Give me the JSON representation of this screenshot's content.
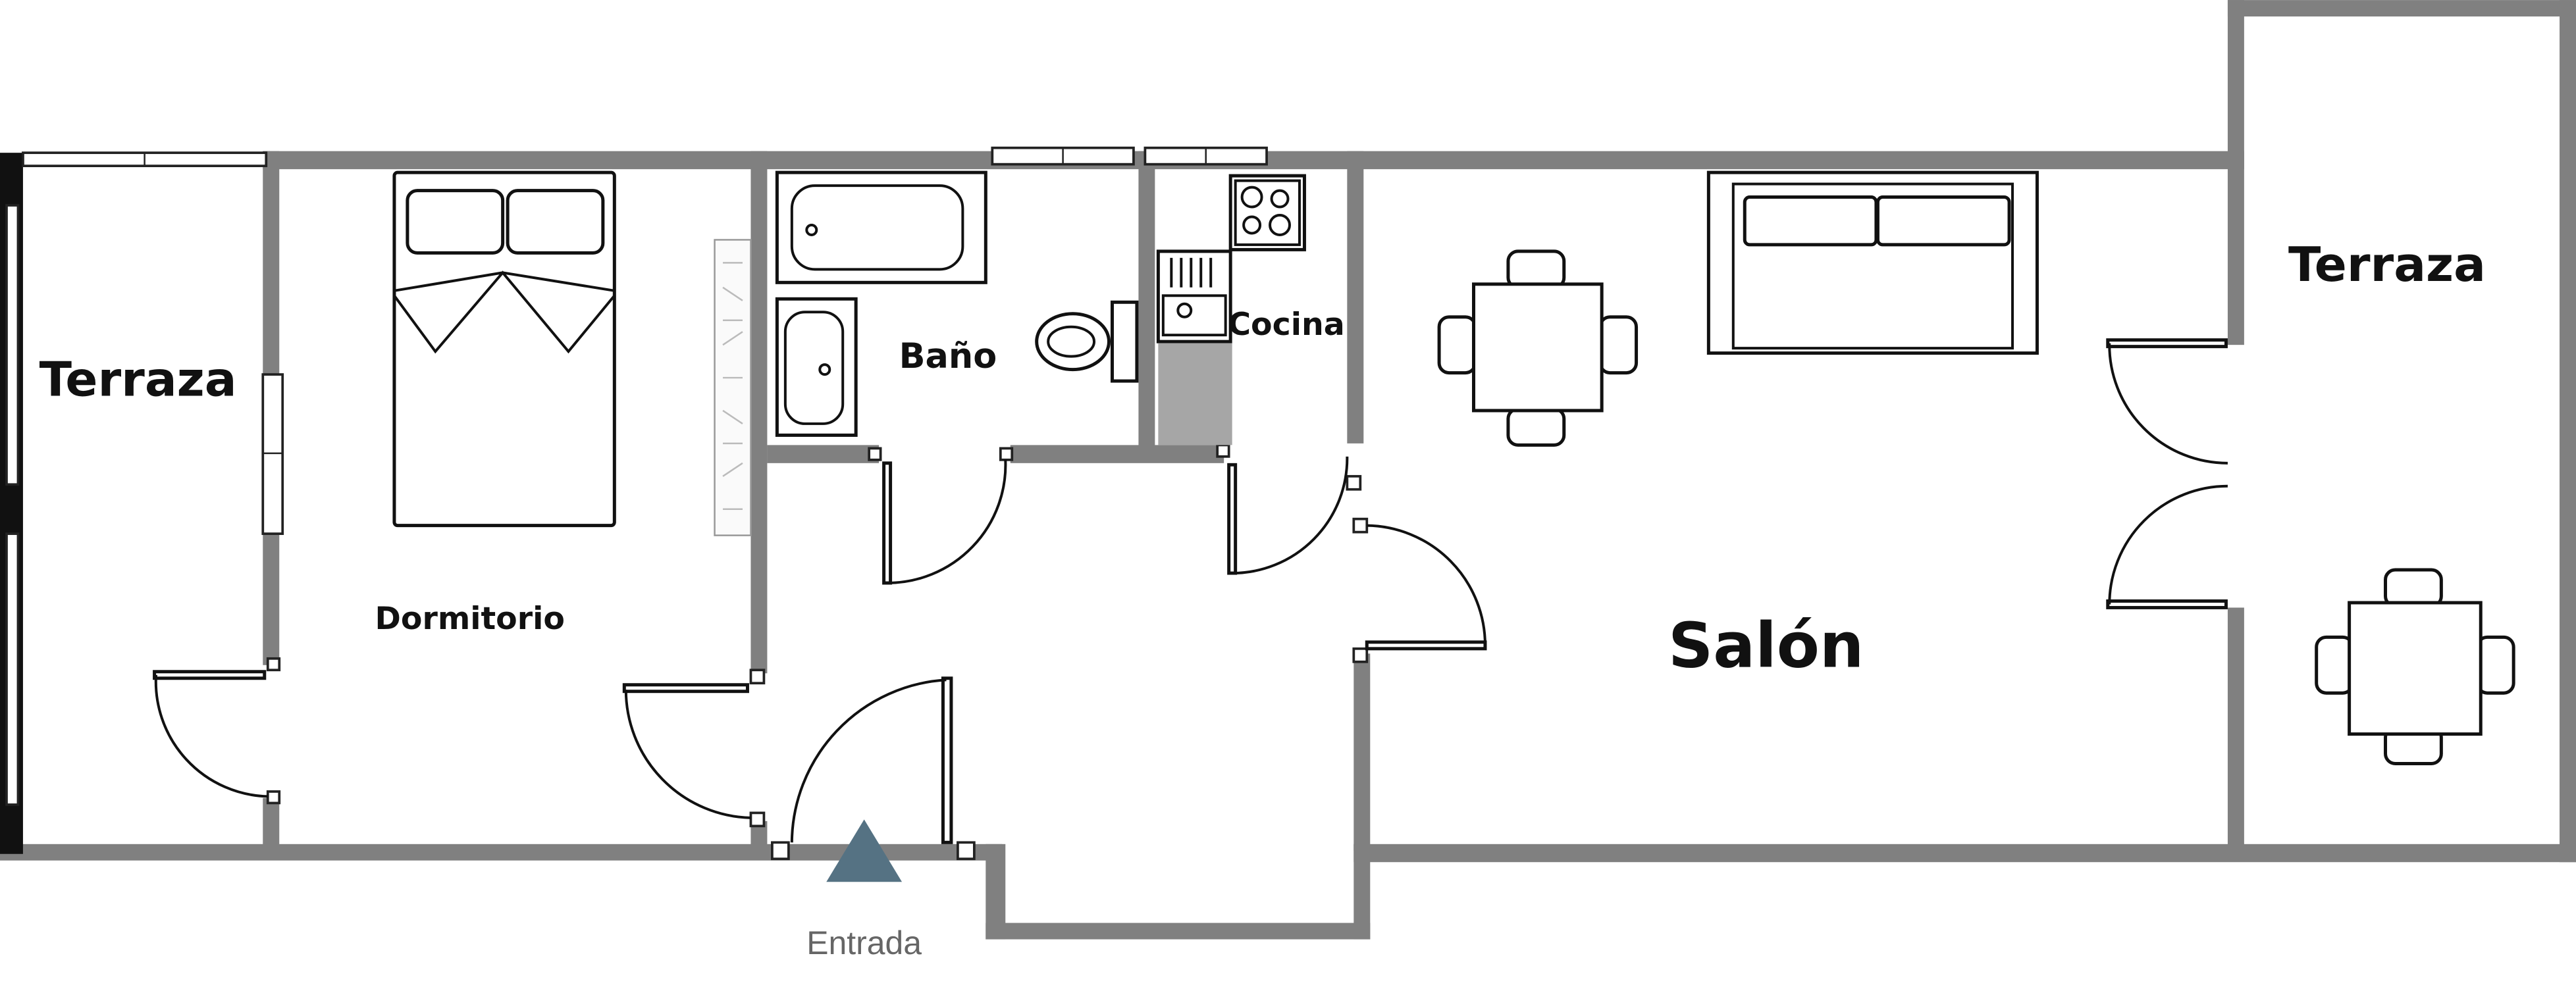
{
  "plan": {
    "rooms": {
      "terrace_left": "Terraza",
      "bedroom": "Dormitorio",
      "bathroom": "Baño",
      "kitchen": "Cocina",
      "living_room": "Salón",
      "terrace_right": "Terraza"
    },
    "entrance_label": "Entrada",
    "colors": {
      "wall": "#808080",
      "entrance_marker": "#557283",
      "counter": "#a6a6a6"
    }
  }
}
